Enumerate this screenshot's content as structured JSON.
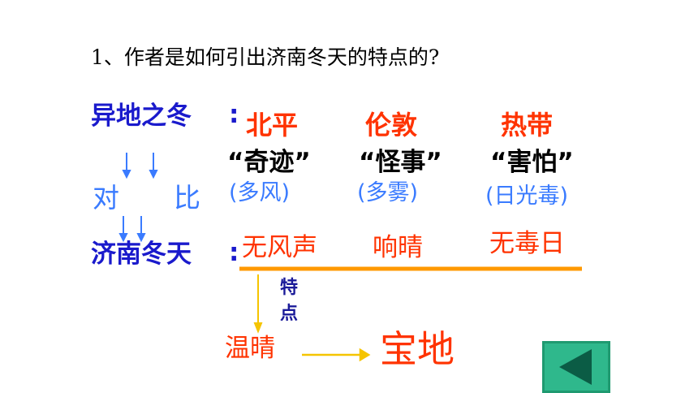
{
  "question": "1、作者是如何引出济南冬天的特点的?",
  "other_winter_label": "异地之冬",
  "jinan_label": "济南冬天",
  "colon": ":",
  "places": [
    {
      "name": "北平",
      "desc": "“奇迹”",
      "note": "(多风)"
    },
    {
      "name": "伦敦",
      "desc": "“怪事”",
      "note": "(多雾)"
    },
    {
      "name": "热带",
      "desc": "“害怕”",
      "note": "(日光毒)"
    }
  ],
  "contrast": {
    "dui": "对",
    "bi": "比"
  },
  "jinan_features": [
    "无风声",
    "响晴",
    "无毒日"
  ],
  "feature_label": "特点",
  "feature_chars": [
    "特",
    "点"
  ],
  "result": {
    "wenqing": "温晴",
    "baodi": "宝地"
  },
  "colors": {
    "accent_red": "#ff3300",
    "label_blue": "#1a1acc",
    "light_blue": "#3a7bff",
    "line_orange": "#ff9900",
    "arrow_yellow": "#f5c400",
    "button_green": "#2fb88c",
    "button_arrow": "#0b5c45"
  },
  "back_button_icon": "left-triangle-icon"
}
